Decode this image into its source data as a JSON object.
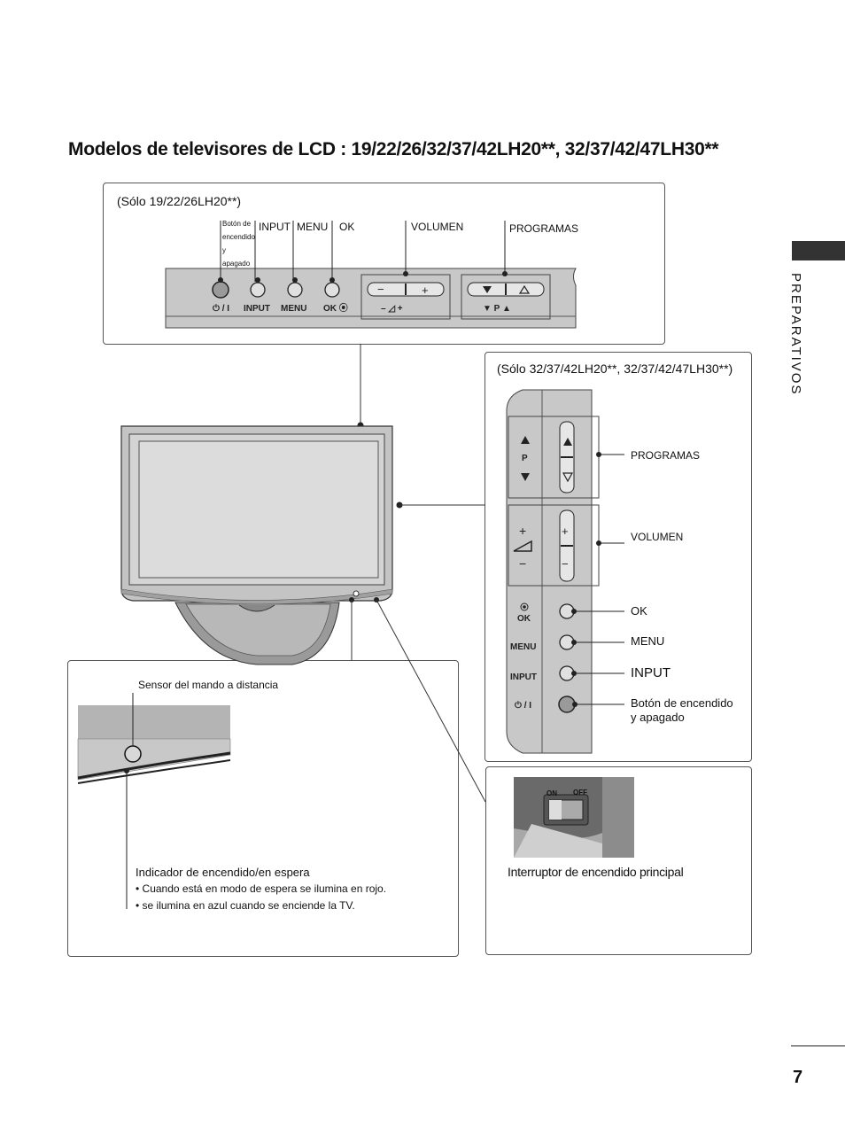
{
  "heading": {
    "title": "Modelos de televisores de LCD : 19/22/26/32/37/42LH20**, 32/37/42/47LH30**"
  },
  "top_panel": {
    "caption": "(Sólo  19/22/26LH20**)",
    "power_label": "Botón de encendido y apagado",
    "input_label": "INPUT",
    "menu_label": "MENU",
    "ok_label": "OK",
    "volume_label": "VOLUMEN",
    "programs_label": "PROGRAMAS",
    "panel_texts": {
      "power": "⏻ / I",
      "input": "INPUT",
      "menu": "MENU",
      "ok": "OK ⦿",
      "vol": "–  ◿  +",
      "prog": "▼  P  ▲"
    }
  },
  "side_panel": {
    "caption": "(Sólo  32/37/42LH20**, 32/37/42/47LH30**)",
    "programs_label": "PROGRAMAS",
    "volume_label": "VOLUMEN",
    "ok_label": "OK",
    "menu_label": "MENU",
    "input_label": "INPUT",
    "power_label_1": "Botón de encendido",
    "power_label_2": "y apagado",
    "panel_texts": {
      "p": "P",
      "ok": "OK",
      "menu": "MENU",
      "input": "INPUT",
      "power": "⏻ / I"
    }
  },
  "sensor_panel": {
    "sensor_label": "Sensor del mando a distancia",
    "indicator_title": "Indicador de encendido/en espera",
    "bullet_1": "• Cuando está en modo de espera se ilumina en rojo.",
    "bullet_2": "• se ilumina en azul cuando se enciende la TV."
  },
  "switch_panel": {
    "on": "ON",
    "off": "OFF",
    "caption": "Interruptor de encendido principal"
  },
  "side_tab": {
    "label": "PREPARATIVOS"
  },
  "page": {
    "number": "7"
  }
}
